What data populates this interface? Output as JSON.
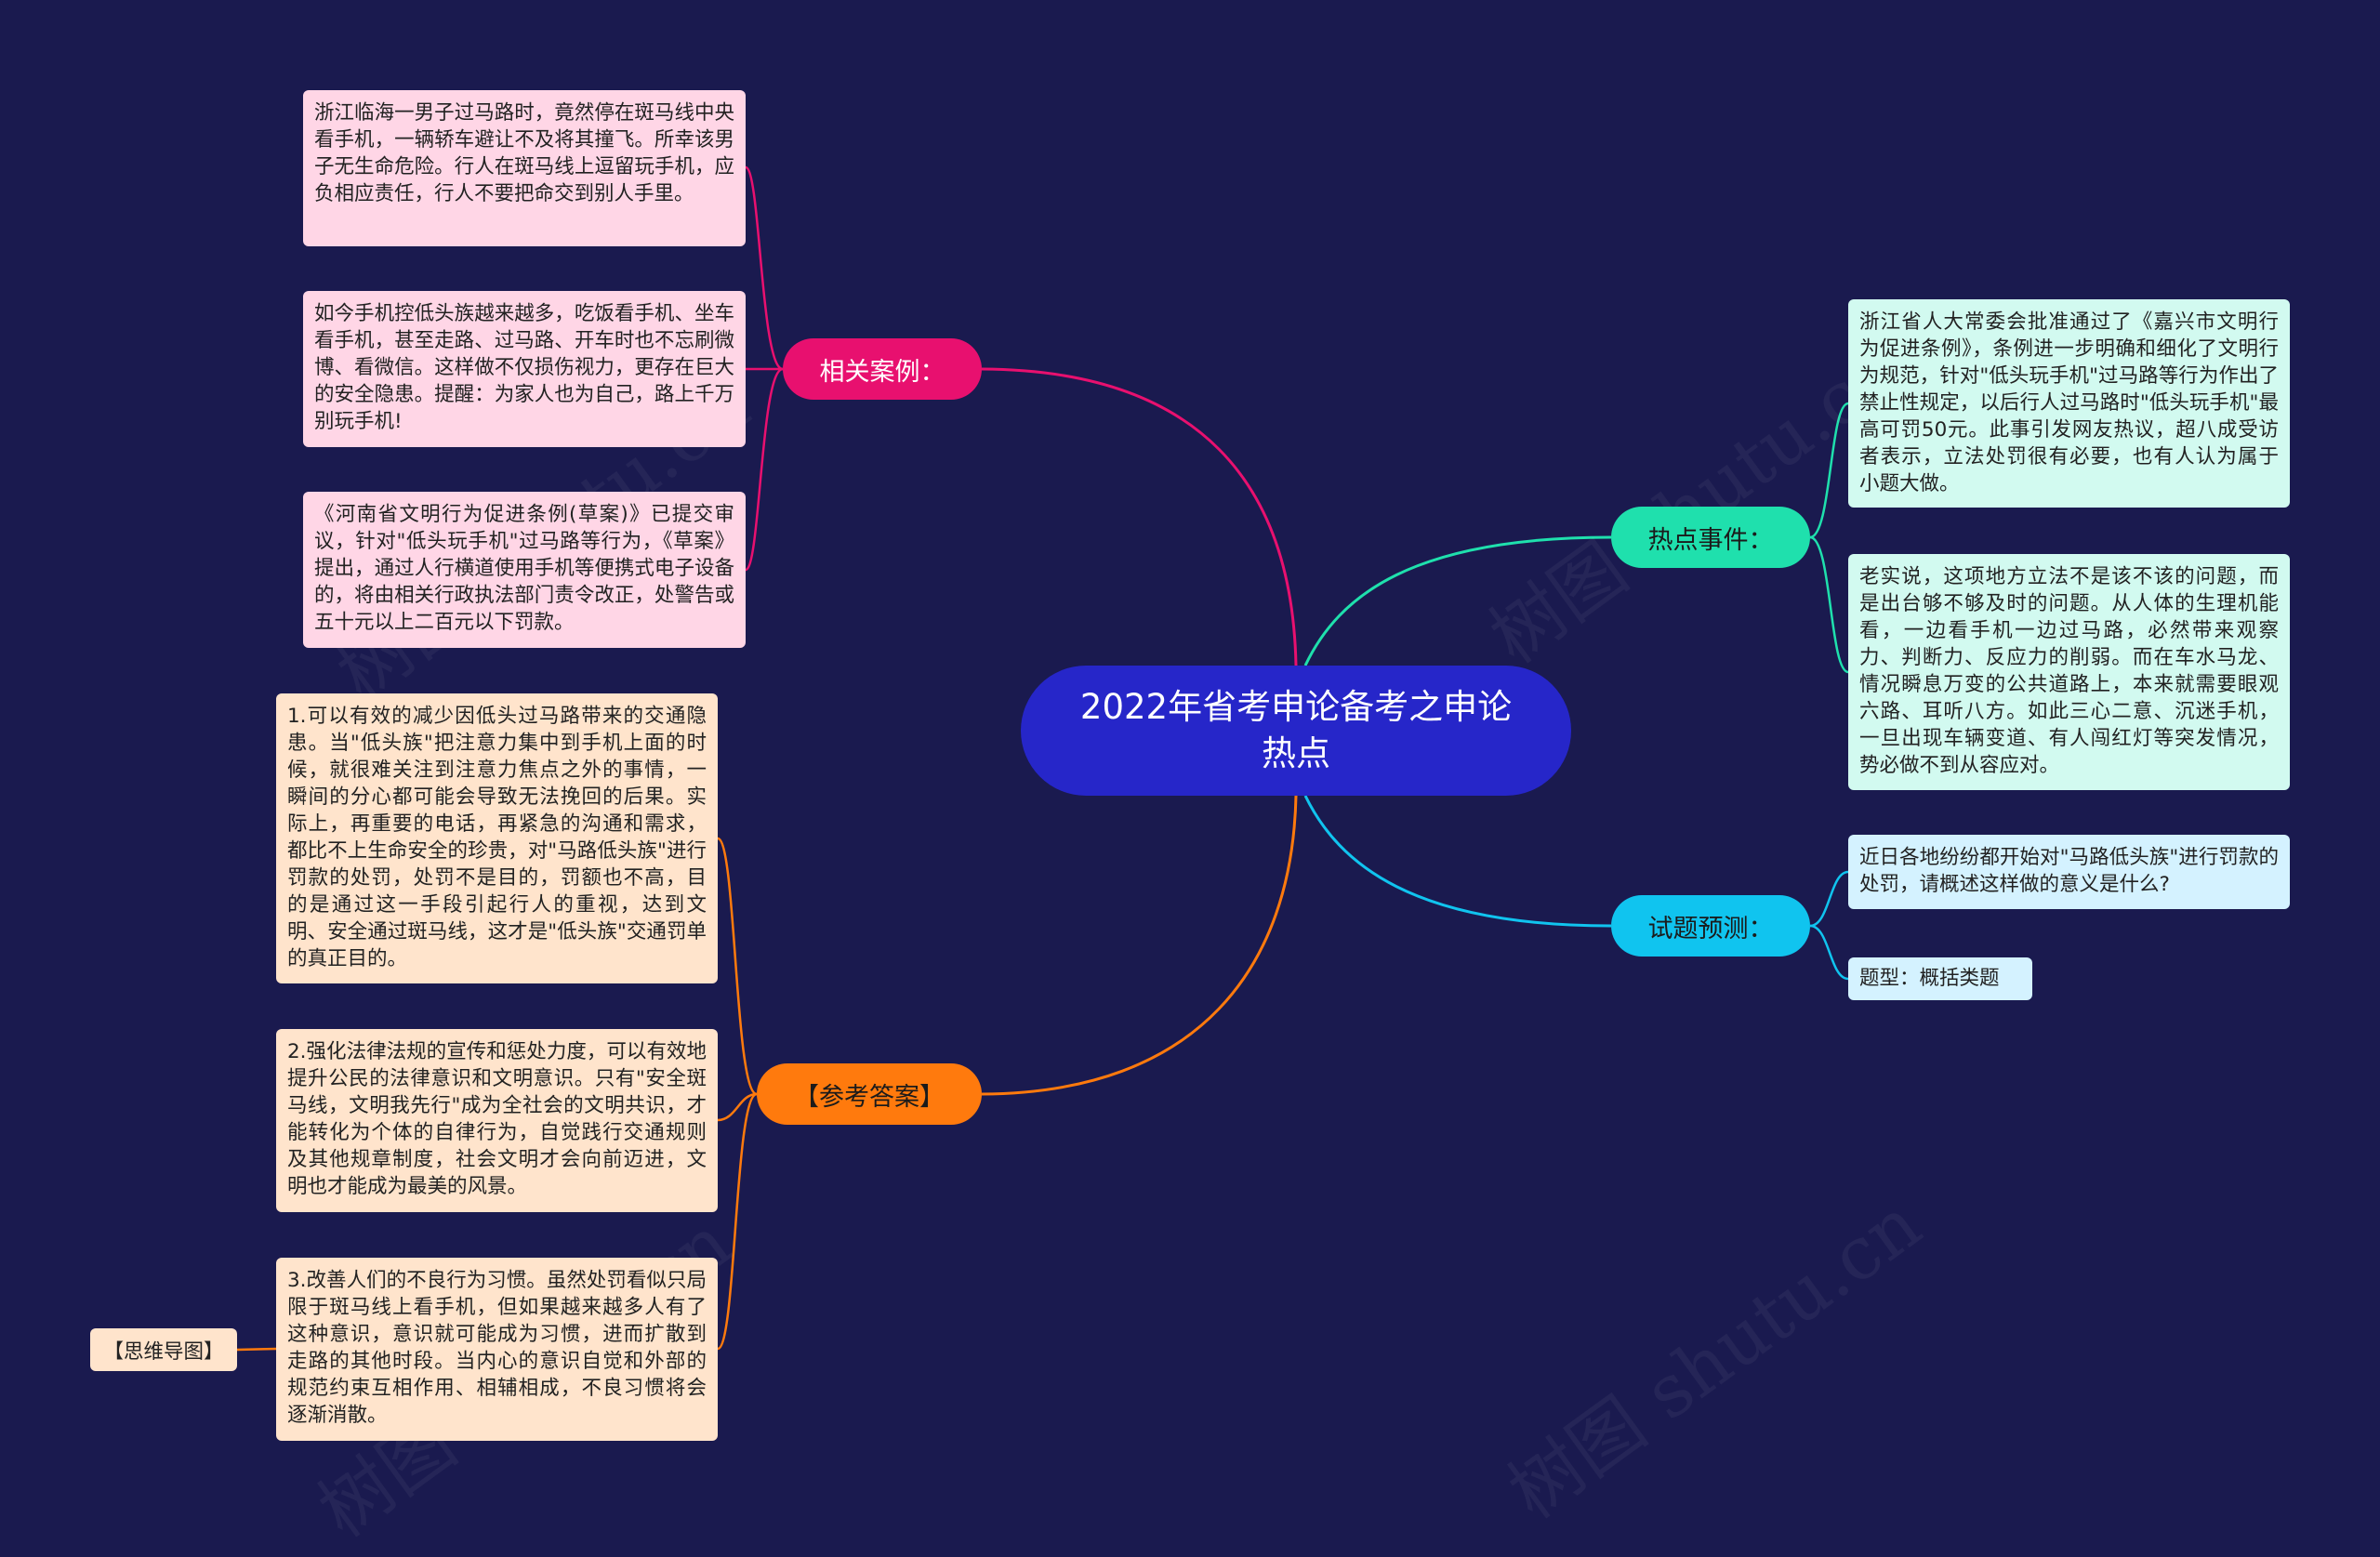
{
  "root": {
    "title": "2022年省考申论备考之申论热点"
  },
  "branches": {
    "cases": {
      "label": "相关案例：",
      "color": "#e8106f",
      "items": [
        "浙江临海一男子过马路时，竟然停在斑马线中央看手机，一辆轿车避让不及将其撞飞。所幸该男子无生命危险。行人在斑马线上逗留玩手机，应负相应责任，行人不要把命交到别人手里。",
        "如今手机控低头族越来越多，吃饭看手机、坐车看手机，甚至走路、过马路、开车时也不忘刷微博、看微信。这样做不仅损伤视力，更存在巨大的安全隐患。提醒：为家人也为自己，路上千万别玩手机!",
        "《河南省文明行为促进条例(草案)》已提交审议，针对\"低头玩手机\"过马路等行为，《草案》提出，通过人行横道使用手机等便携式电子设备的，将由相关行政执法部门责令改正，处警告或五十元以上二百元以下罚款。"
      ]
    },
    "answer": {
      "label": "【参考答案】",
      "color": "#ff7a0d",
      "items": [
        "1.可以有效的减少因低头过马路带来的交通隐患。当\"低头族\"把注意力集中到手机上面的时候，就很难关注到注意力焦点之外的事情，一瞬间的分心都可能会导致无法挽回的后果。实际上，再重要的电话，再紧急的沟通和需求，都比不上生命安全的珍贵，对\"马路低头族\"进行罚款的处罚，处罚不是目的，罚额也不高，目的是通过这一手段引起行人的重视，达到文明、安全通过斑马线，这才是\"低头族\"交通罚单的真正目的。",
        "2.强化法律法规的宣传和惩处力度，可以有效地提升公民的法律意识和文明意识。只有\"安全斑马线，文明我先行\"成为全社会的文明共识，才能转化为个体的自律行为，自觉践行交通规则及其他规章制度，社会文明才会向前迈进，文明也才能成为最美的风景。",
        "3.改善人们的不良行为习惯。虽然处罚看似只局限于斑马线上看手机，但如果越来越多人有了这种意识，意识就可能成为习惯，进而扩散到走路的其他时段。当内心的意识自觉和外部的规范约束互相作用、相辅相成，不良习惯将会逐渐消散。"
      ],
      "tag": "【思维导图】"
    },
    "hot": {
      "label": "热点事件：",
      "color": "#1fe0ad",
      "items": [
        "浙江省人大常委会批准通过了《嘉兴市文明行为促进条例》，条例进一步明确和细化了文明行为规范，针对\"低头玩手机\"过马路等行为作出了禁止性规定，以后行人过马路时\"低头玩手机\"最高可罚50元。此事引发网友热议，超八成受访者表示，立法处罚很有必要，也有人认为属于小题大做。",
        "老实说，这项地方立法不是该不该的问题，而是出台够不够及时的问题。从人体的生理机能看，一边看手机一边过马路，必然带来观察力、判断力、反应力的削弱。而在车水马龙、情况瞬息万变的公共道路上，本来就需要眼观六路、耳听八方。如此三心二意、沉迷手机，一旦出现车辆变道、有人闯红灯等突发情况，势必做不到从容应对。"
      ]
    },
    "prediction": {
      "label": "试题预测：",
      "color": "#10c4ef",
      "items": [
        "近日各地纷纷都开始对\"马路低头族\"进行罚款的处罚，请概述这样做的意义是什么?",
        "题型：概括类题"
      ]
    }
  },
  "watermark": "树图 shutu.cn"
}
